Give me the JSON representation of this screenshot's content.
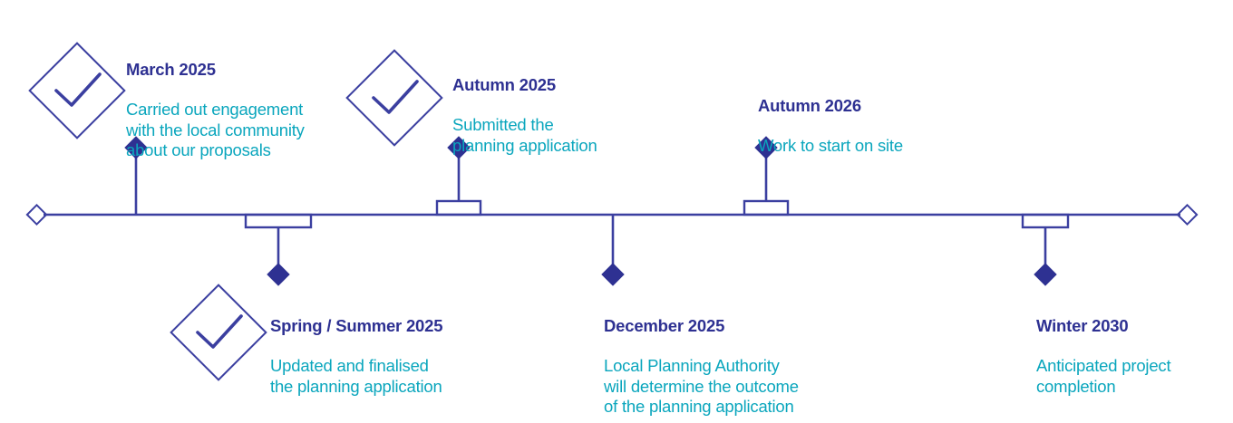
{
  "colors": {
    "line": "#3b3fa0",
    "title": "#2e3192",
    "description": "#0aa6bd",
    "marker_fill": "#2e3192",
    "background": "#ffffff"
  },
  "timeline": {
    "axis": {
      "start_cap": "diamond-outline",
      "end_cap": "diamond-outline"
    },
    "milestones": [
      {
        "id": "march-2025",
        "title": "March 2025",
        "description": "Carried out engagement\nwith the local community\nabout our proposals",
        "side": "above",
        "completed": true,
        "check_icon": "check-diamond-icon",
        "marker": "diamond-filled",
        "connector": "stem"
      },
      {
        "id": "spring-summer-2025",
        "title": "Spring / Summer 2025",
        "description": "Updated and finalised\nthe planning application",
        "side": "below",
        "completed": true,
        "check_icon": "check-diamond-icon",
        "marker": "diamond-filled",
        "connector": "stem-with-box"
      },
      {
        "id": "autumn-2025",
        "title": "Autumn 2025",
        "description": "Submitted the\nplanning application",
        "side": "above",
        "completed": true,
        "check_icon": "check-diamond-icon",
        "marker": "diamond-filled",
        "connector": "stem-with-box"
      },
      {
        "id": "december-2025",
        "title": "December 2025",
        "description": "Local Planning Authority\nwill determine the outcome\nof the planning application",
        "side": "below",
        "completed": false,
        "check_icon": null,
        "marker": "diamond-filled",
        "connector": "stem"
      },
      {
        "id": "autumn-2026",
        "title": "Autumn 2026",
        "description": "Work to start on site",
        "side": "above",
        "completed": false,
        "check_icon": null,
        "marker": "diamond-filled",
        "connector": "stem-with-box"
      },
      {
        "id": "winter-2030",
        "title": "Winter 2030",
        "description": "Anticipated project\ncompletion",
        "side": "below",
        "completed": false,
        "check_icon": null,
        "marker": "diamond-filled",
        "connector": "stem-with-box"
      }
    ]
  }
}
